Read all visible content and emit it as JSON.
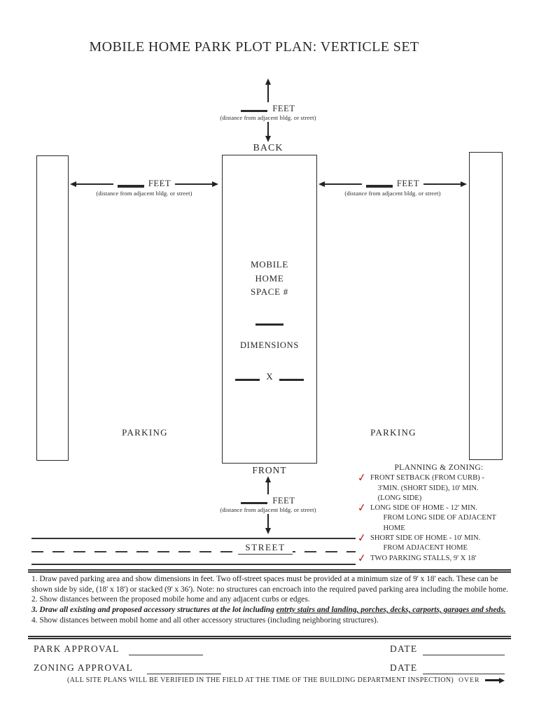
{
  "title": "MOBILE HOME PARK PLOT PLAN: VERTICLE SET",
  "diagram": {
    "feet_label": "FEET",
    "distance_caption": "(distance from adjacent bldg. or street)",
    "back_label": "BACK",
    "front_label": "FRONT",
    "street_label": "STREET",
    "parking_label": "PARKING",
    "space_label": "MOBILE\nHOME\nSPACE #",
    "dimensions_label": "DIMENSIONS",
    "x_label": "X"
  },
  "checklist": {
    "title": "PLANNING & ZONING:",
    "check_glyph": "✓",
    "check_color": "#b22222",
    "items": [
      "FRONT SETBACK (FROM CURB) -\n    3'MIN. (SHORT SIDE), 10' MIN.\n    (LONG SIDE)",
      "LONG SIDE OF HOME - 12' MIN.\n       FROM LONG SIDE OF ADJACENT\n       HOME",
      "SHORT SIDE OF HOME - 10' MIN.\n       FROM ADJACENT HOME",
      "TWO PARKING STALLS, 9' X 18'"
    ]
  },
  "notes": {
    "note1": "1. Draw paved parking area and show dimensions in feet. Two off-street spaces must be provided at a minimum size of 9' x 18' each. These can be shown side by side, (18' x 18') or stacked (9' x 36'). Note: no structures can encroach into the required paved parking area including the mobile home.",
    "note2": "2. Show distances between the proposed mobile home and any adjacent curbs or edges.",
    "note3_prefix": "3. Draw all existing and proposed accessory structures at the lot including ",
    "note3_underlined": "entrty stairs and landing, porches, decks, carports, garages and sheds.",
    "note4": "4. Show distances between mobil home and all other accessory structures (including neighboring structures)."
  },
  "approvals": {
    "park_label": "PARK APPROVAL",
    "zoning_label": "ZONING APPROVAL",
    "date_label": "DATE",
    "inspection_note": "(ALL SITE PLANS WILL BE VERIFIED IN THE FIELD AT THE TIME OF THE BUILDING DEPARTMENT INSPECTION)",
    "over_label": "OVER"
  }
}
